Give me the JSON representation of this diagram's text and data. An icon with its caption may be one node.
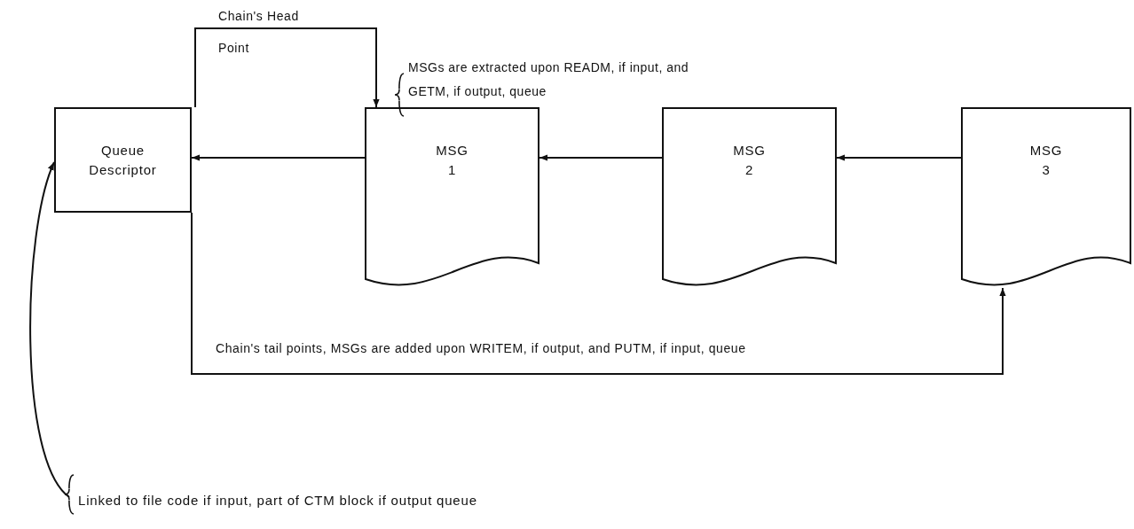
{
  "diagram": {
    "nodes": [
      {
        "text": [
          "Queue Descriptor"
        ]
      },
      {
        "text": [
          "MSG 1"
        ]
      },
      {
        "text": [
          "MSG 2"
        ]
      },
      {
        "text": [
          "MSG 3"
        ]
      },
      {
        "text": [
          "Linked to file code if input, part of CTM block if output queue"
        ]
      }
    ],
    "edges": [
      {
        "from": 1,
        "to": 0,
        "arrow": "to"
      },
      {
        "from": 2,
        "to": 1,
        "arrow": "to"
      },
      {
        "from": 3,
        "to": 2,
        "arrow": "to"
      },
      {
        "from": 0,
        "to": 1,
        "arrow": "to",
        "label": "Chain's Head Point"
      },
      {
        "from": 0,
        "to": 3,
        "arrow": "to",
        "label": "Chain's tail points, MSGs are added upon WRITEM, if output, and PUTM, if input, queue"
      },
      {
        "from": 4,
        "to": 0,
        "arrow": "to"
      }
    ],
    "labels": [
      "MSGs are extracted upon READM, if input, and GETM, if output, queue"
    ]
  }
}
